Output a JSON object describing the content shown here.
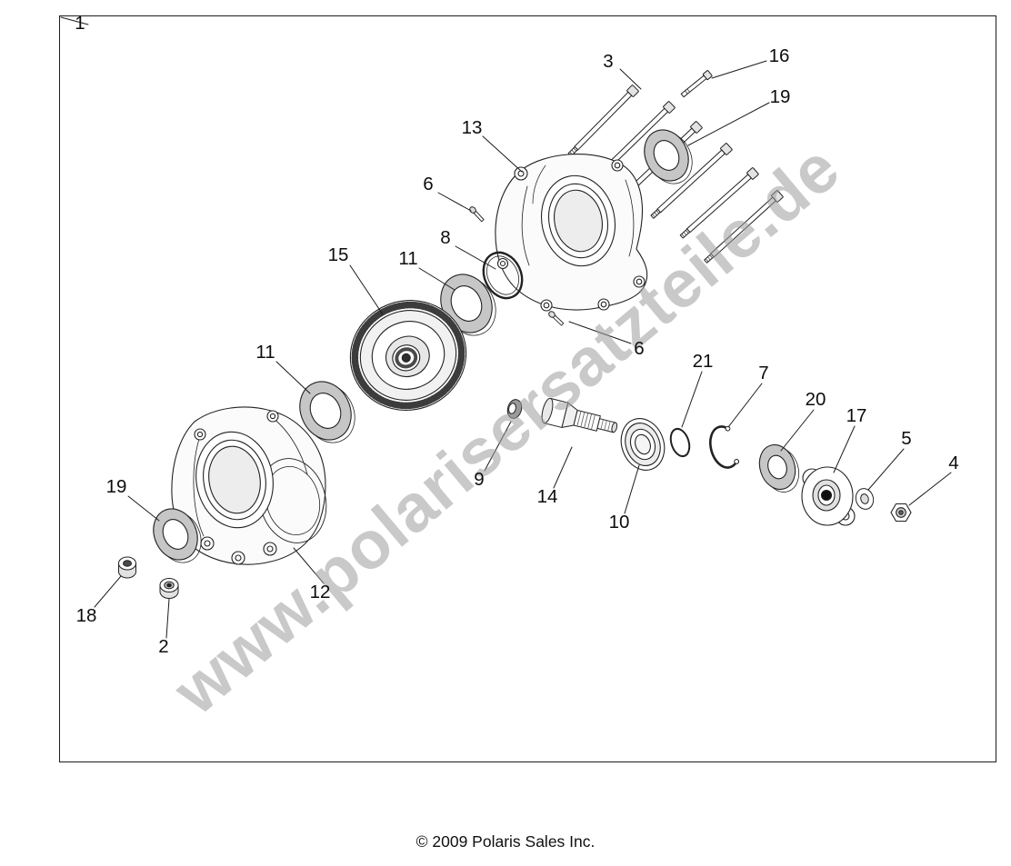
{
  "watermark": {
    "text": "www.polarisersatzteile.de"
  },
  "footer": {
    "copyright": "© 2009 Polaris Sales Inc."
  },
  "colors": {
    "ink": "#1b1b1b",
    "watermark_gray": "#9e9e9e",
    "paper": "#ffffff",
    "seal_gray": "#c6c6c6"
  },
  "diagram": {
    "callouts": [
      {
        "label": "1"
      },
      {
        "label": "3"
      },
      {
        "label": "16"
      },
      {
        "label": "19"
      },
      {
        "label": "13"
      },
      {
        "label": "6"
      },
      {
        "label": "8"
      },
      {
        "label": "15"
      },
      {
        "label": "11"
      },
      {
        "label": "11"
      },
      {
        "label": "6"
      },
      {
        "label": "21"
      },
      {
        "label": "7"
      },
      {
        "label": "20"
      },
      {
        "label": "17"
      },
      {
        "label": "5"
      },
      {
        "label": "4"
      },
      {
        "label": "9"
      },
      {
        "label": "14"
      },
      {
        "label": "10"
      },
      {
        "label": "19"
      },
      {
        "label": "12"
      },
      {
        "label": "18"
      },
      {
        "label": "2"
      }
    ]
  }
}
